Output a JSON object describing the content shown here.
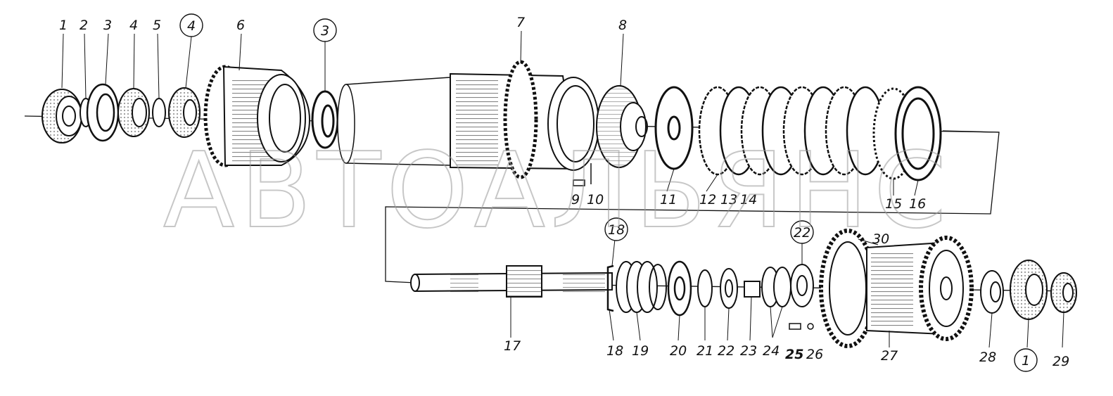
{
  "watermark": "АВТОАЛЬЯНС",
  "top_row_labels": [
    "1",
    "2",
    "3",
    "4",
    "5",
    "4",
    "6",
    "3",
    "7",
    "8",
    "9",
    "10",
    "11",
    "12",
    "13",
    "14",
    "15",
    "16"
  ],
  "bottom_row_labels": [
    "17",
    "18",
    "18",
    "19",
    "20",
    "21",
    "22",
    "22",
    "23",
    "24",
    "25",
    "26",
    "30",
    "27",
    "28",
    "1",
    "29"
  ],
  "circled_labels": [
    "4",
    "3",
    "18",
    "22",
    "1"
  ]
}
